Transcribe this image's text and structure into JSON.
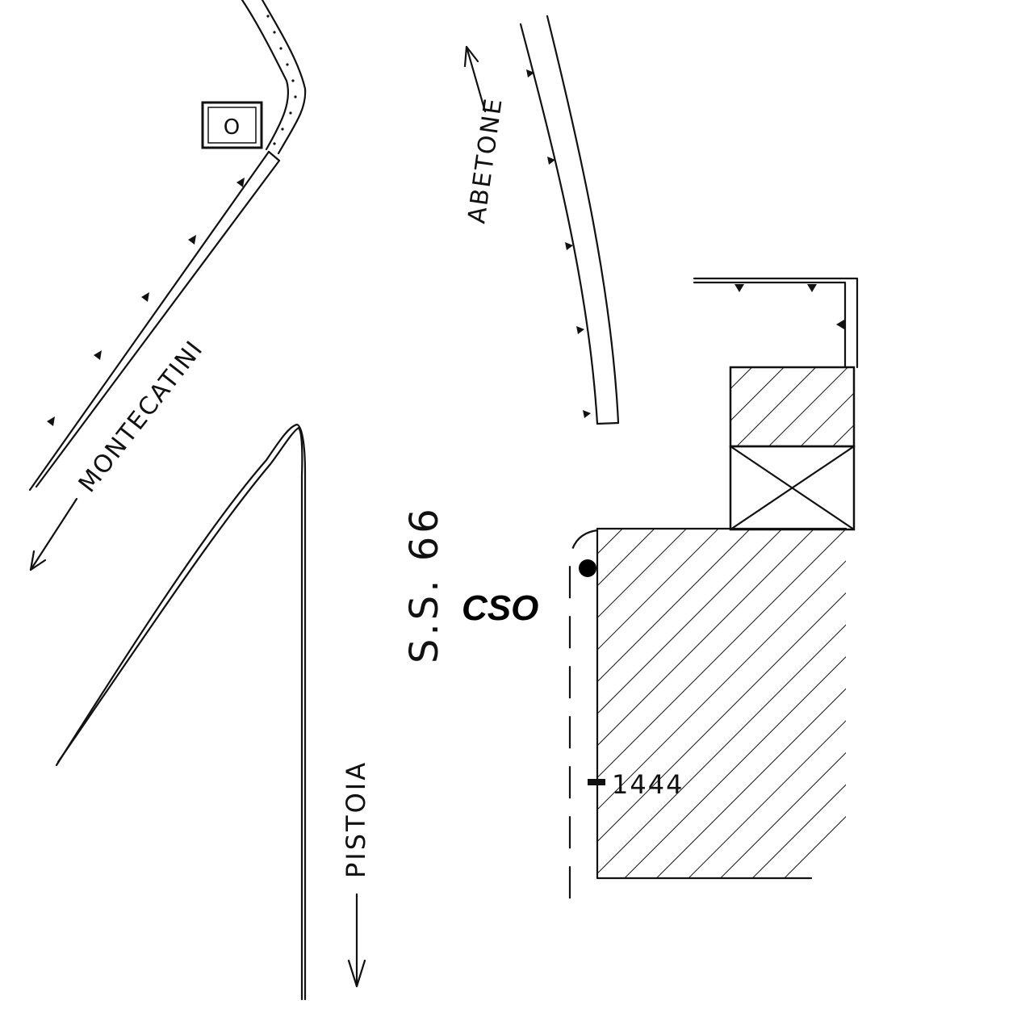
{
  "labels": {
    "road": "S.S. 66",
    "montecatini": "MONTECATINI",
    "abetone": "ABETONE",
    "pistoia": "PISTOIA",
    "point": "CSO",
    "marker": "1444",
    "box_symbol": "O"
  },
  "colors": {
    "ink": "#111111",
    "background": "#ffffff"
  },
  "icons": {
    "direction": "arrow-icon",
    "point": "filled-dot-icon"
  }
}
